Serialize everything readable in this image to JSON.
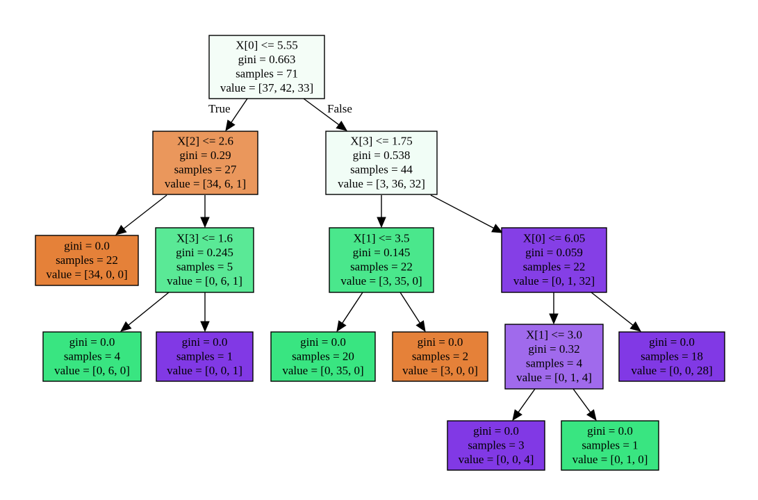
{
  "tree": {
    "nodes": [
      {
        "id": "n0",
        "lines": [
          "X[0] <= 5.55",
          "gini = 0.663",
          "samples = 71",
          "value = [37, 42, 33]"
        ],
        "fill": "#f4fdf7"
      },
      {
        "id": "n1",
        "lines": [
          "X[2] <= 2.6",
          "gini = 0.29",
          "samples = 27",
          "value = [34, 6, 1]"
        ],
        "fill": "#ea975c"
      },
      {
        "id": "n2",
        "lines": [
          "gini = 0.0",
          "samples = 22",
          "value = [34, 0, 0]"
        ],
        "fill": "#e58139"
      },
      {
        "id": "n3",
        "lines": [
          "X[3] <= 1.6",
          "gini = 0.245",
          "samples = 5",
          "value = [0, 6, 1]"
        ],
        "fill": "#5ae996"
      },
      {
        "id": "n4",
        "lines": [
          "gini = 0.0",
          "samples = 4",
          "value = [0, 6, 0]"
        ],
        "fill": "#39e581"
      },
      {
        "id": "n5",
        "lines": [
          "gini = 0.0",
          "samples = 1",
          "value = [0, 0, 1]"
        ],
        "fill": "#8139e5"
      },
      {
        "id": "n6",
        "lines": [
          "X[3] <= 1.75",
          "gini = 0.538",
          "samples = 44",
          "value = [3, 36, 32]"
        ],
        "fill": "#f1fdf6"
      },
      {
        "id": "n7",
        "lines": [
          "X[1] <= 3.5",
          "gini = 0.145",
          "samples = 22",
          "value = [3, 35, 0]"
        ],
        "fill": "#4ae78c"
      },
      {
        "id": "n8",
        "lines": [
          "gini = 0.0",
          "samples = 20",
          "value = [0, 35, 0]"
        ],
        "fill": "#39e581"
      },
      {
        "id": "n9",
        "lines": [
          "gini = 0.0",
          "samples = 2",
          "value = [3, 0, 0]"
        ],
        "fill": "#e58139"
      },
      {
        "id": "n10",
        "lines": [
          "X[0] <= 6.05",
          "gini = 0.059",
          "samples = 22",
          "value = [0, 1, 32]"
        ],
        "fill": "#853fe6"
      },
      {
        "id": "n11",
        "lines": [
          "X[1] <= 3.0",
          "gini = 0.32",
          "samples = 4",
          "value = [0, 1, 4]"
        ],
        "fill": "#a06aec"
      },
      {
        "id": "n12",
        "lines": [
          "gini = 0.0",
          "samples = 3",
          "value = [0, 0, 4]"
        ],
        "fill": "#8139e5"
      },
      {
        "id": "n13",
        "lines": [
          "gini = 0.0",
          "samples = 1",
          "value = [0, 1, 0]"
        ],
        "fill": "#39e581"
      },
      {
        "id": "n14",
        "lines": [
          "gini = 0.0",
          "samples = 18",
          "value = [0, 0, 28]"
        ],
        "fill": "#8139e5"
      }
    ],
    "edges": [
      {
        "from": "n0",
        "to": "n1",
        "label": "True"
      },
      {
        "from": "n0",
        "to": "n6",
        "label": "False"
      },
      {
        "from": "n1",
        "to": "n2",
        "label": ""
      },
      {
        "from": "n1",
        "to": "n3",
        "label": ""
      },
      {
        "from": "n3",
        "to": "n4",
        "label": ""
      },
      {
        "from": "n3",
        "to": "n5",
        "label": ""
      },
      {
        "from": "n6",
        "to": "n7",
        "label": ""
      },
      {
        "from": "n6",
        "to": "n10",
        "label": ""
      },
      {
        "from": "n7",
        "to": "n8",
        "label": ""
      },
      {
        "from": "n7",
        "to": "n9",
        "label": ""
      },
      {
        "from": "n10",
        "to": "n11",
        "label": ""
      },
      {
        "from": "n10",
        "to": "n14",
        "label": ""
      },
      {
        "from": "n11",
        "to": "n12",
        "label": ""
      },
      {
        "from": "n11",
        "to": "n13",
        "label": ""
      }
    ]
  }
}
